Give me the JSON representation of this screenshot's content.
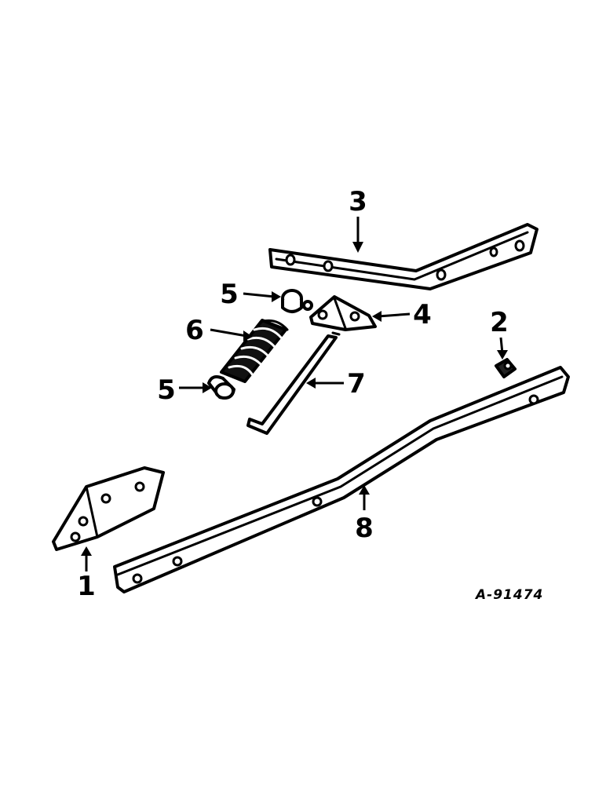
{
  "figure_code": "A-91474",
  "callouts": {
    "c1": "1",
    "c2": "2",
    "c3": "3",
    "c4": "4",
    "c5a": "5",
    "c5b": "5",
    "c6": "6",
    "c7": "7",
    "c8": "8"
  },
  "colors": {
    "ink": "#000000",
    "paper": "#ffffff"
  }
}
